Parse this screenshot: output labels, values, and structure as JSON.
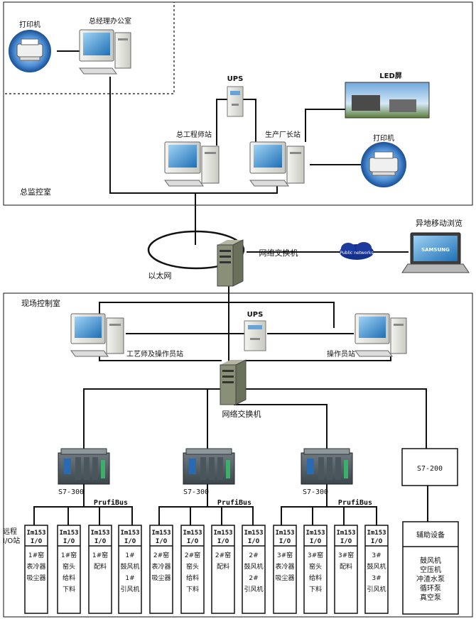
{
  "areas": {
    "gm_office": "总经理办公室",
    "central_control": "总监控室",
    "field_control": "现场控制室"
  },
  "devices": {
    "printer_top": "打印机",
    "printer_right": "打印机",
    "ups_top": "UPS",
    "ups_mid": "UPS",
    "led_screen": "LED屏",
    "chief_engineer_station": "总工程师站",
    "factory_director_station": "生产厂长站",
    "remote_browse": "异地移动浏览",
    "public_networks": "Public networks",
    "laptop_brand": "SAMSUNG",
    "ethernet": "以太网",
    "switch_top": "网络交换机",
    "switch_mid": "网络交换机",
    "engineer_operator_station": "工艺师及操作员站",
    "operator_station": "操作员站"
  },
  "plc": {
    "s7_300": [
      "S7-300",
      "S7-300",
      "S7-300"
    ],
    "bus": [
      "PrufiBus",
      "PrufiBus",
      "PrufiBus"
    ],
    "s7_200": "S7-200",
    "remote_io_label_1": "远程",
    "remote_io_label_2": "I/O站"
  },
  "io_modules": [
    {
      "top1": "Im153",
      "top2": "I/O",
      "lines": [
        "1#窑",
        "表冷器",
        "吸尘器"
      ]
    },
    {
      "top1": "Im153",
      "top2": "I/O",
      "lines": [
        "1#窑",
        "窑头",
        "给料",
        "下料"
      ]
    },
    {
      "top1": "Im153",
      "top2": "I/O",
      "lines": [
        "1#窑",
        "配料"
      ]
    },
    {
      "top1": "Im153",
      "top2": "I/O",
      "lines": [
        "1#",
        "鼓风机",
        "1#",
        "引风机"
      ]
    },
    {
      "top1": "Im153",
      "top2": "I/O",
      "lines": [
        "2#窑",
        "表冷器",
        "吸尘器"
      ]
    },
    {
      "top1": "Im153",
      "top2": "I/O",
      "lines": [
        "2#窑",
        "窑头",
        "给料",
        "下料"
      ]
    },
    {
      "top1": "Im153",
      "top2": "I/O",
      "lines": [
        "2#窑",
        "配料"
      ]
    },
    {
      "top1": "Im153",
      "top2": "I/O",
      "lines": [
        "2#",
        "鼓风机",
        "2#",
        "引风机"
      ]
    },
    {
      "top1": "Im153",
      "top2": "I/O",
      "lines": [
        "3#窑",
        "表冷器",
        "吸尘器"
      ]
    },
    {
      "top1": "Im153",
      "top2": "I/O",
      "lines": [
        "3#窑",
        "窑头",
        "给料",
        "下料"
      ]
    },
    {
      "top1": "Im153",
      "top2": "I/O",
      "lines": [
        "3#窑",
        "配料"
      ]
    },
    {
      "top1": "Im153",
      "top2": "I/O",
      "lines": [
        "3#",
        "鼓风机",
        "3#",
        "引风机"
      ]
    }
  ],
  "aux": {
    "title": "辅助设备",
    "items": [
      "鼓风机",
      "空压机",
      "冲渣水泵",
      "循环泵",
      "真空泵"
    ]
  }
}
